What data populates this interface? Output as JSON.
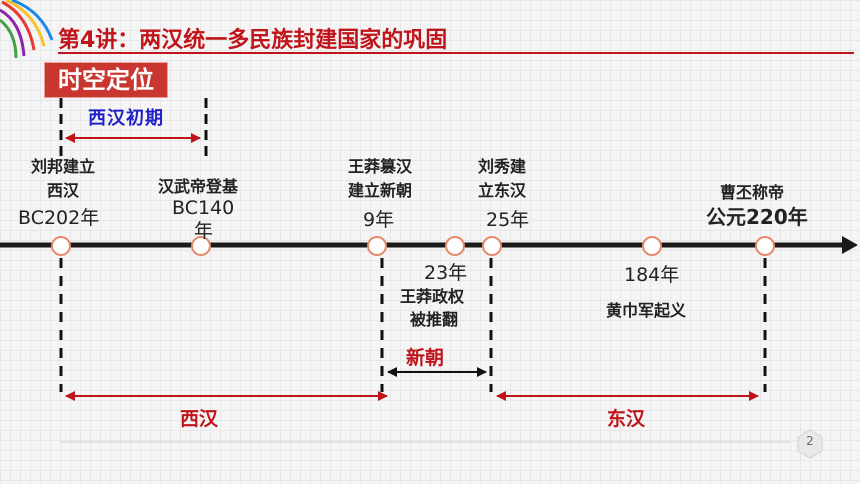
{
  "title": "第4讲：两汉统一多民族封建国家的巩固",
  "section_label": "时空定位",
  "page_number": "2",
  "colors": {
    "title_red": "#c0141b",
    "section_bg": "#c9352f",
    "axis": "#1a1a1a",
    "arrow_red": "#c0141b",
    "blue": "#2020c8",
    "node_fill": "#ffffff",
    "node_stroke": "#e58a6a"
  },
  "events": [
    {
      "label_lines": [
        "刘邦建立",
        "西汉"
      ],
      "year": "BC202年"
    },
    {
      "label_lines": [
        "汉武帝登基"
      ],
      "year": "BC140",
      "year_suffix": "年"
    },
    {
      "label_lines": [
        "王莽篡汉",
        "建立新朝"
      ],
      "year": "9年"
    },
    {
      "label_lines": [
        "王莽政权",
        "被推翻"
      ],
      "year": "23年"
    },
    {
      "label_lines": [
        "刘秀建",
        "立东汉"
      ],
      "year": "25年"
    },
    {
      "label_lines": [
        "黄巾军起义"
      ],
      "year": "184年"
    },
    {
      "label_lines": [
        "曹丕称帝"
      ],
      "year": "公元220年"
    }
  ],
  "periods": {
    "early_western_han": "西汉初期",
    "western_han": "西汉",
    "xin": "新朝",
    "eastern_han": "东汉"
  }
}
